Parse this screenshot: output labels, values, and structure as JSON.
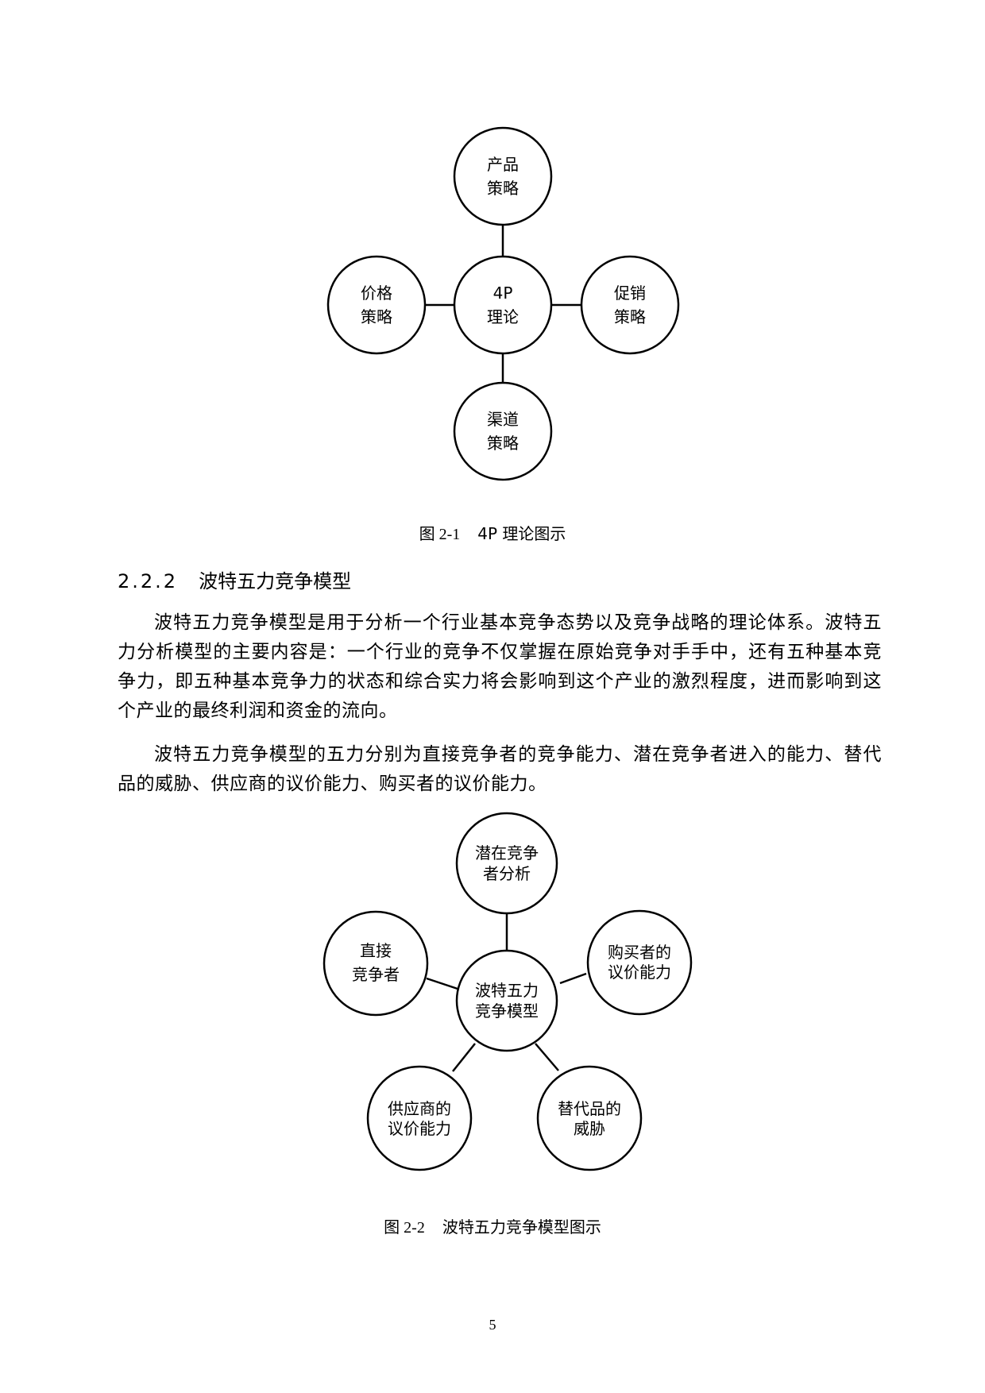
{
  "figure1": {
    "center": [
      "4P",
      "理论"
    ],
    "nodes": {
      "top": [
        "产品",
        "策略"
      ],
      "left": [
        "价格",
        "策略"
      ],
      "right": [
        "促销",
        "策略"
      ],
      "bottom": [
        "渠道",
        "策略"
      ]
    },
    "caption_num": "图 2-1",
    "caption_text": "4P 理论图示"
  },
  "section": {
    "number": "2.2.2",
    "title": "波特五力竞争模型"
  },
  "paragraphs": [
    "波特五力竞争模型是用于分析一个行业基本竞争态势以及竞争战略的理论体系。波特五力分析模型的主要内容是：一个行业的竞争不仅掌握在原始竞争对手手中，还有五种基本竞争力，即五种基本竞争力的状态和综合实力将会影响到这个产业的激烈程度，进而影响到这个产业的最终利润和资金的流向。",
    "波特五力竞争模型的五力分别为直接竞争者的竞争能力、潜在竞争者进入的能力、替代品的威胁、供应商的议价能力、购买者的议价能力。"
  ],
  "figure2": {
    "center": [
      "波特五力",
      "竞争模型"
    ],
    "nodes": {
      "top": [
        "潜在竞争",
        "者分析"
      ],
      "left": [
        "直接",
        "竞争者"
      ],
      "right": [
        "购买者的",
        "议价能力"
      ],
      "bottom_left": [
        "供应商的",
        "议价能力"
      ],
      "bottom_right": [
        "替代品的",
        "威胁"
      ]
    },
    "caption_num": "图 2-2",
    "caption_text": "波特五力竞争模型图示"
  },
  "page_number": "5"
}
